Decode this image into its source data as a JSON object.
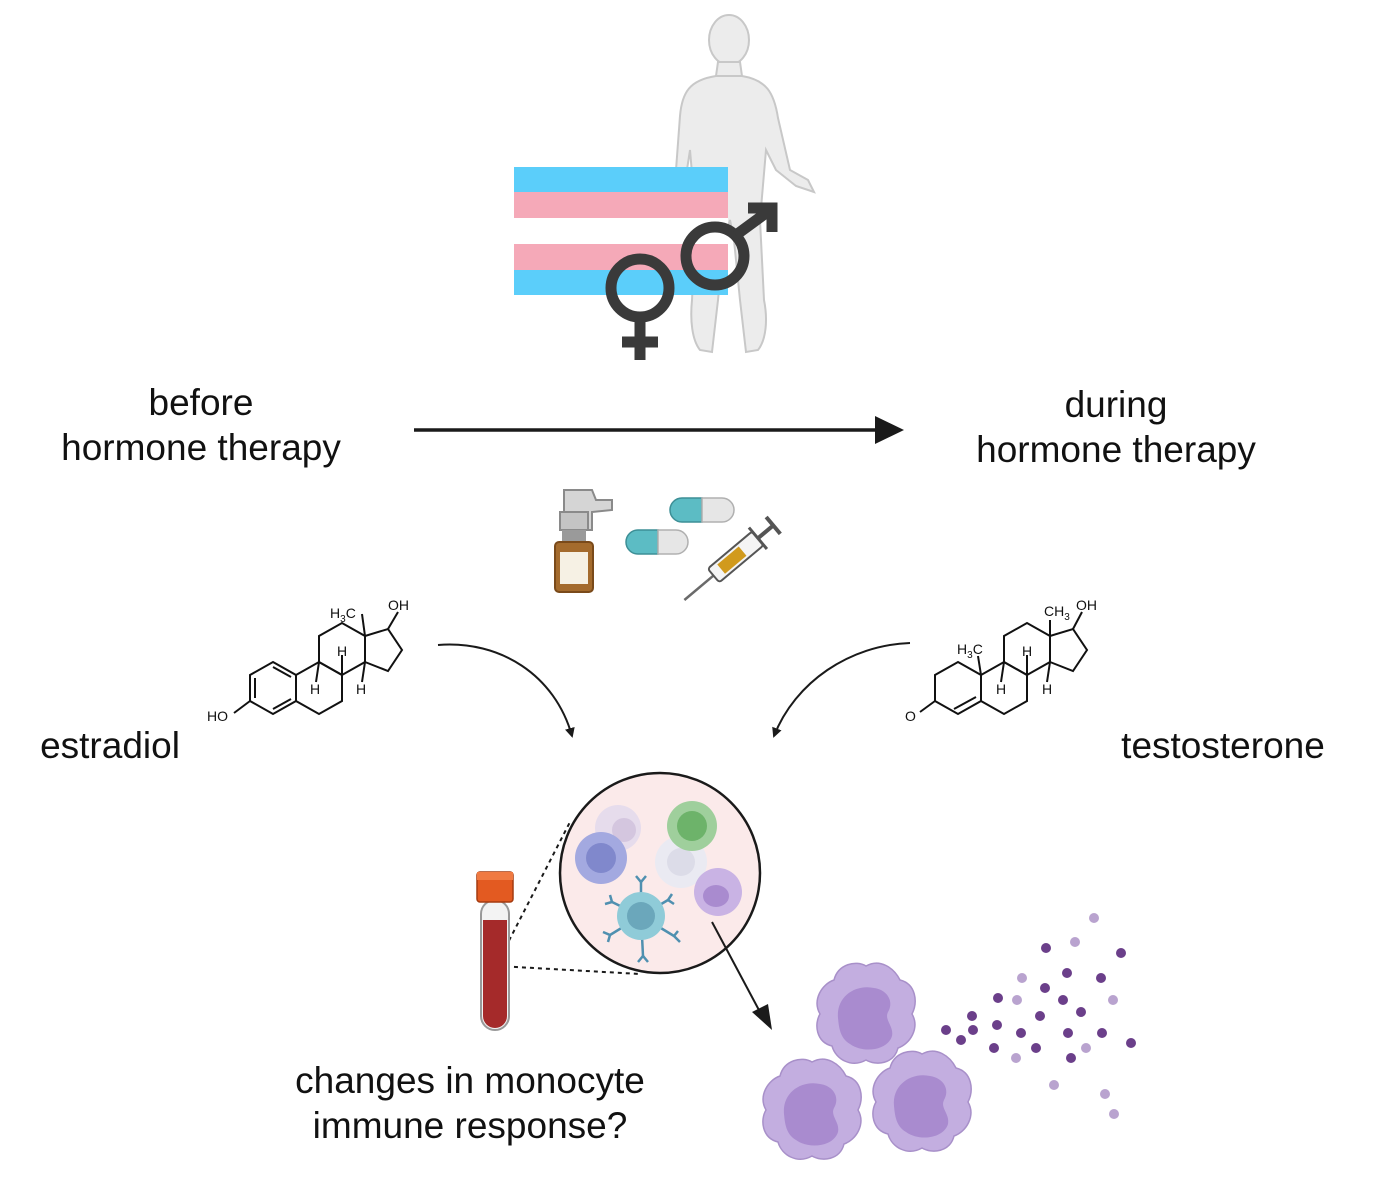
{
  "labels": {
    "before_line1": "before",
    "before_line2": "hormone therapy",
    "during_line1": "during",
    "during_line2": "hormone therapy",
    "estradiol": "estradiol",
    "testosterone": "testosterone",
    "question_line1": "changes in monocyte",
    "question_line2": "immune response?"
  },
  "molecule_atoms": {
    "estradiol": {
      "methyl_H": "H",
      "methyl_sub": "3",
      "methyl_C": "C",
      "hydroxyl": "OH",
      "ring_oxygen": "HO",
      "hydrogen": "H"
    },
    "testosterone": {
      "methyl_C": "CH",
      "methyl_sub": "3",
      "hydroxyl": "OH",
      "methyl2_H": "H",
      "methyl2_sub": "3",
      "methyl2_C": "C",
      "ketone_O": "O",
      "hydrogen": "H"
    }
  },
  "colors": {
    "flag_blue": "#5BCEFA",
    "flag_pink": "#F5A9B8",
    "symbol": "#3a3a3a",
    "arrow": "#1a1a1a",
    "monocyte": "#c3aee0",
    "monocyte_nucleus": "#a98bcf",
    "granule_dark": "#6b3f8a",
    "granule_light": "#b9a3cf",
    "blood": "#a52a2a",
    "tube_cap": "#e35a21",
    "capsule_teal": "#5cbcc4",
    "syringe_fluid": "#d19a1c"
  },
  "icons": [
    "human-body-icon",
    "transgender-flag-icon",
    "female-symbol-icon",
    "male-symbol-icon",
    "nasal-spray-icon",
    "capsule-icon",
    "syringe-icon",
    "blood-tube-icon",
    "blood-cells-icon",
    "monocyte-icon",
    "cytokine-granules-icon"
  ]
}
